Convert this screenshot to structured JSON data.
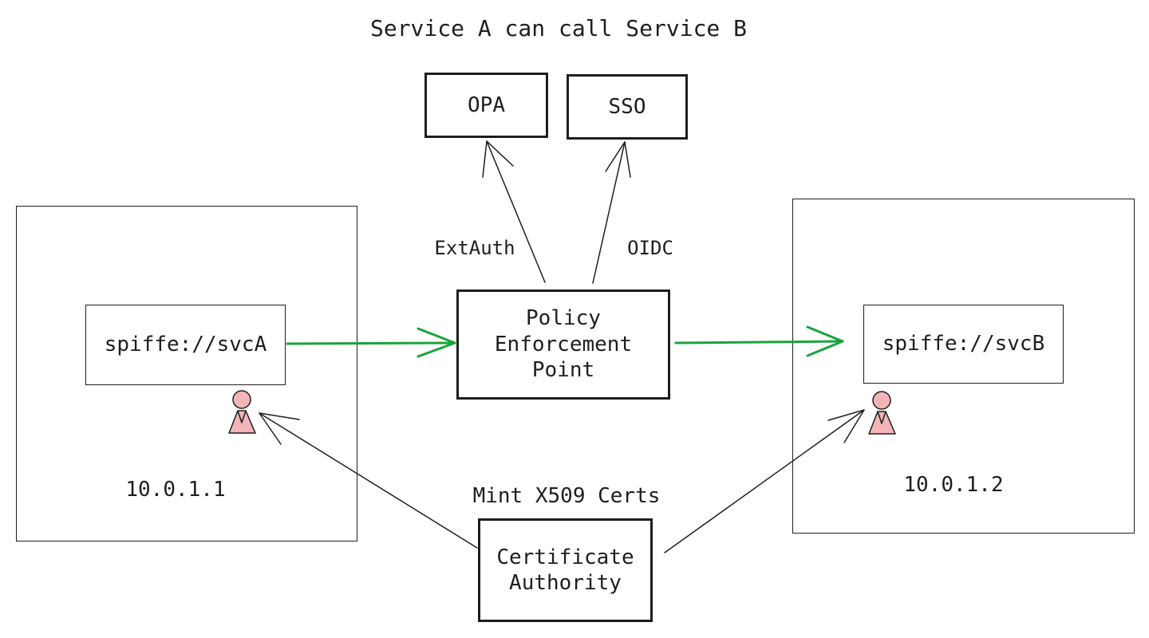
{
  "title": "Service A can call Service B",
  "nodes": {
    "opa": "OPA",
    "sso": "SSO",
    "pep": "Policy\nEnforcement\nPoint",
    "svca": "spiffe://svcA",
    "svcb": "spiffe://svcB",
    "ca": "Certificate\nAuthority"
  },
  "hosts": {
    "left_ip": "10.0.1.1",
    "right_ip": "10.0.1.2"
  },
  "edge_labels": {
    "extauth": "ExtAuth",
    "oidc": "OIDC",
    "mint": "Mint X509 Certs"
  },
  "colors": {
    "stroke": "#1e1e1e",
    "flow_arrow": "#1aa33b",
    "workload_icon": "#f3b5b8"
  },
  "icons": [
    "workload-identity-icon",
    "workload-identity-icon"
  ]
}
